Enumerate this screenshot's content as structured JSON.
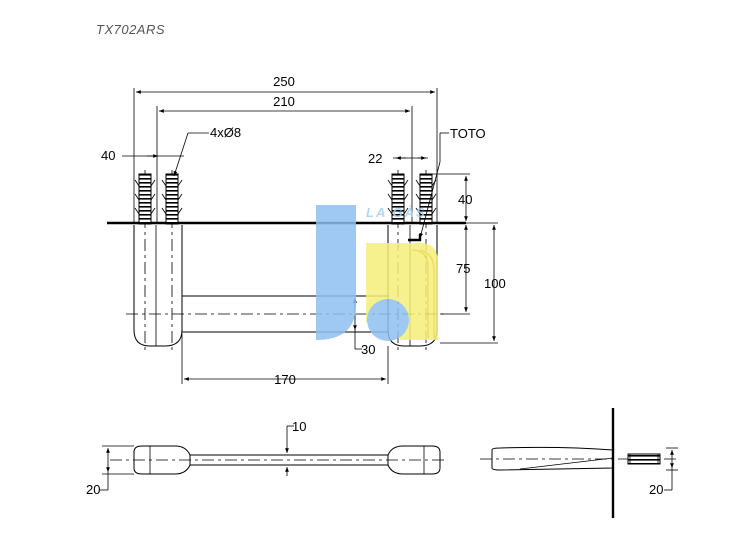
{
  "model": "TX702ARS",
  "watermark": "LA GÀS",
  "colors": {
    "line": "#000000",
    "wm_blue": "#8fbff0",
    "wm_yellow": "#f5ef7a",
    "wm_text": "#a9cff2"
  },
  "front_view": {
    "dim_overall": "250",
    "dim_inner": "210",
    "dim_left_offset": "40",
    "holes_note": "4xØ8",
    "dim_right_offset": "22",
    "brand_label": "TOTO",
    "dim_top": "40",
    "dim_mid": "75",
    "dim_height": "100",
    "dim_bar": "30",
    "dim_clear": "170"
  },
  "top_view": {
    "dim_gap": "10",
    "dim_depth": "20"
  },
  "side_view": {
    "dim_depth": "20"
  }
}
